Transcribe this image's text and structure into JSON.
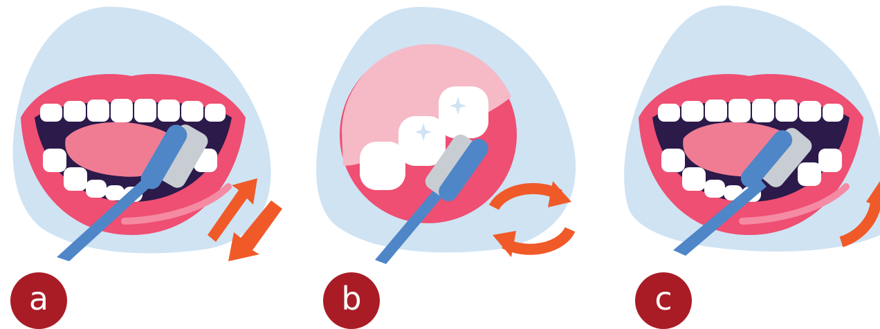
{
  "colors": {
    "background_blob": "#cfe3f3",
    "lips": "#ee4f72",
    "mouth_interior": "#2b1a4a",
    "tongue": "#f07c93",
    "teeth": "#ffffff",
    "brush_handle": "#4f86c8",
    "brush_bristles": "#c8cdd3",
    "arrow": "#f05a28",
    "gum_pink": "#f6b9c6",
    "badge": "#a91c26",
    "badge_text": "#ffffff"
  },
  "panels": [
    {
      "label": "a",
      "motion": "back-and-forth"
    },
    {
      "label": "b",
      "motion": "circular"
    },
    {
      "label": "c",
      "motion": "upward-flick"
    }
  ]
}
